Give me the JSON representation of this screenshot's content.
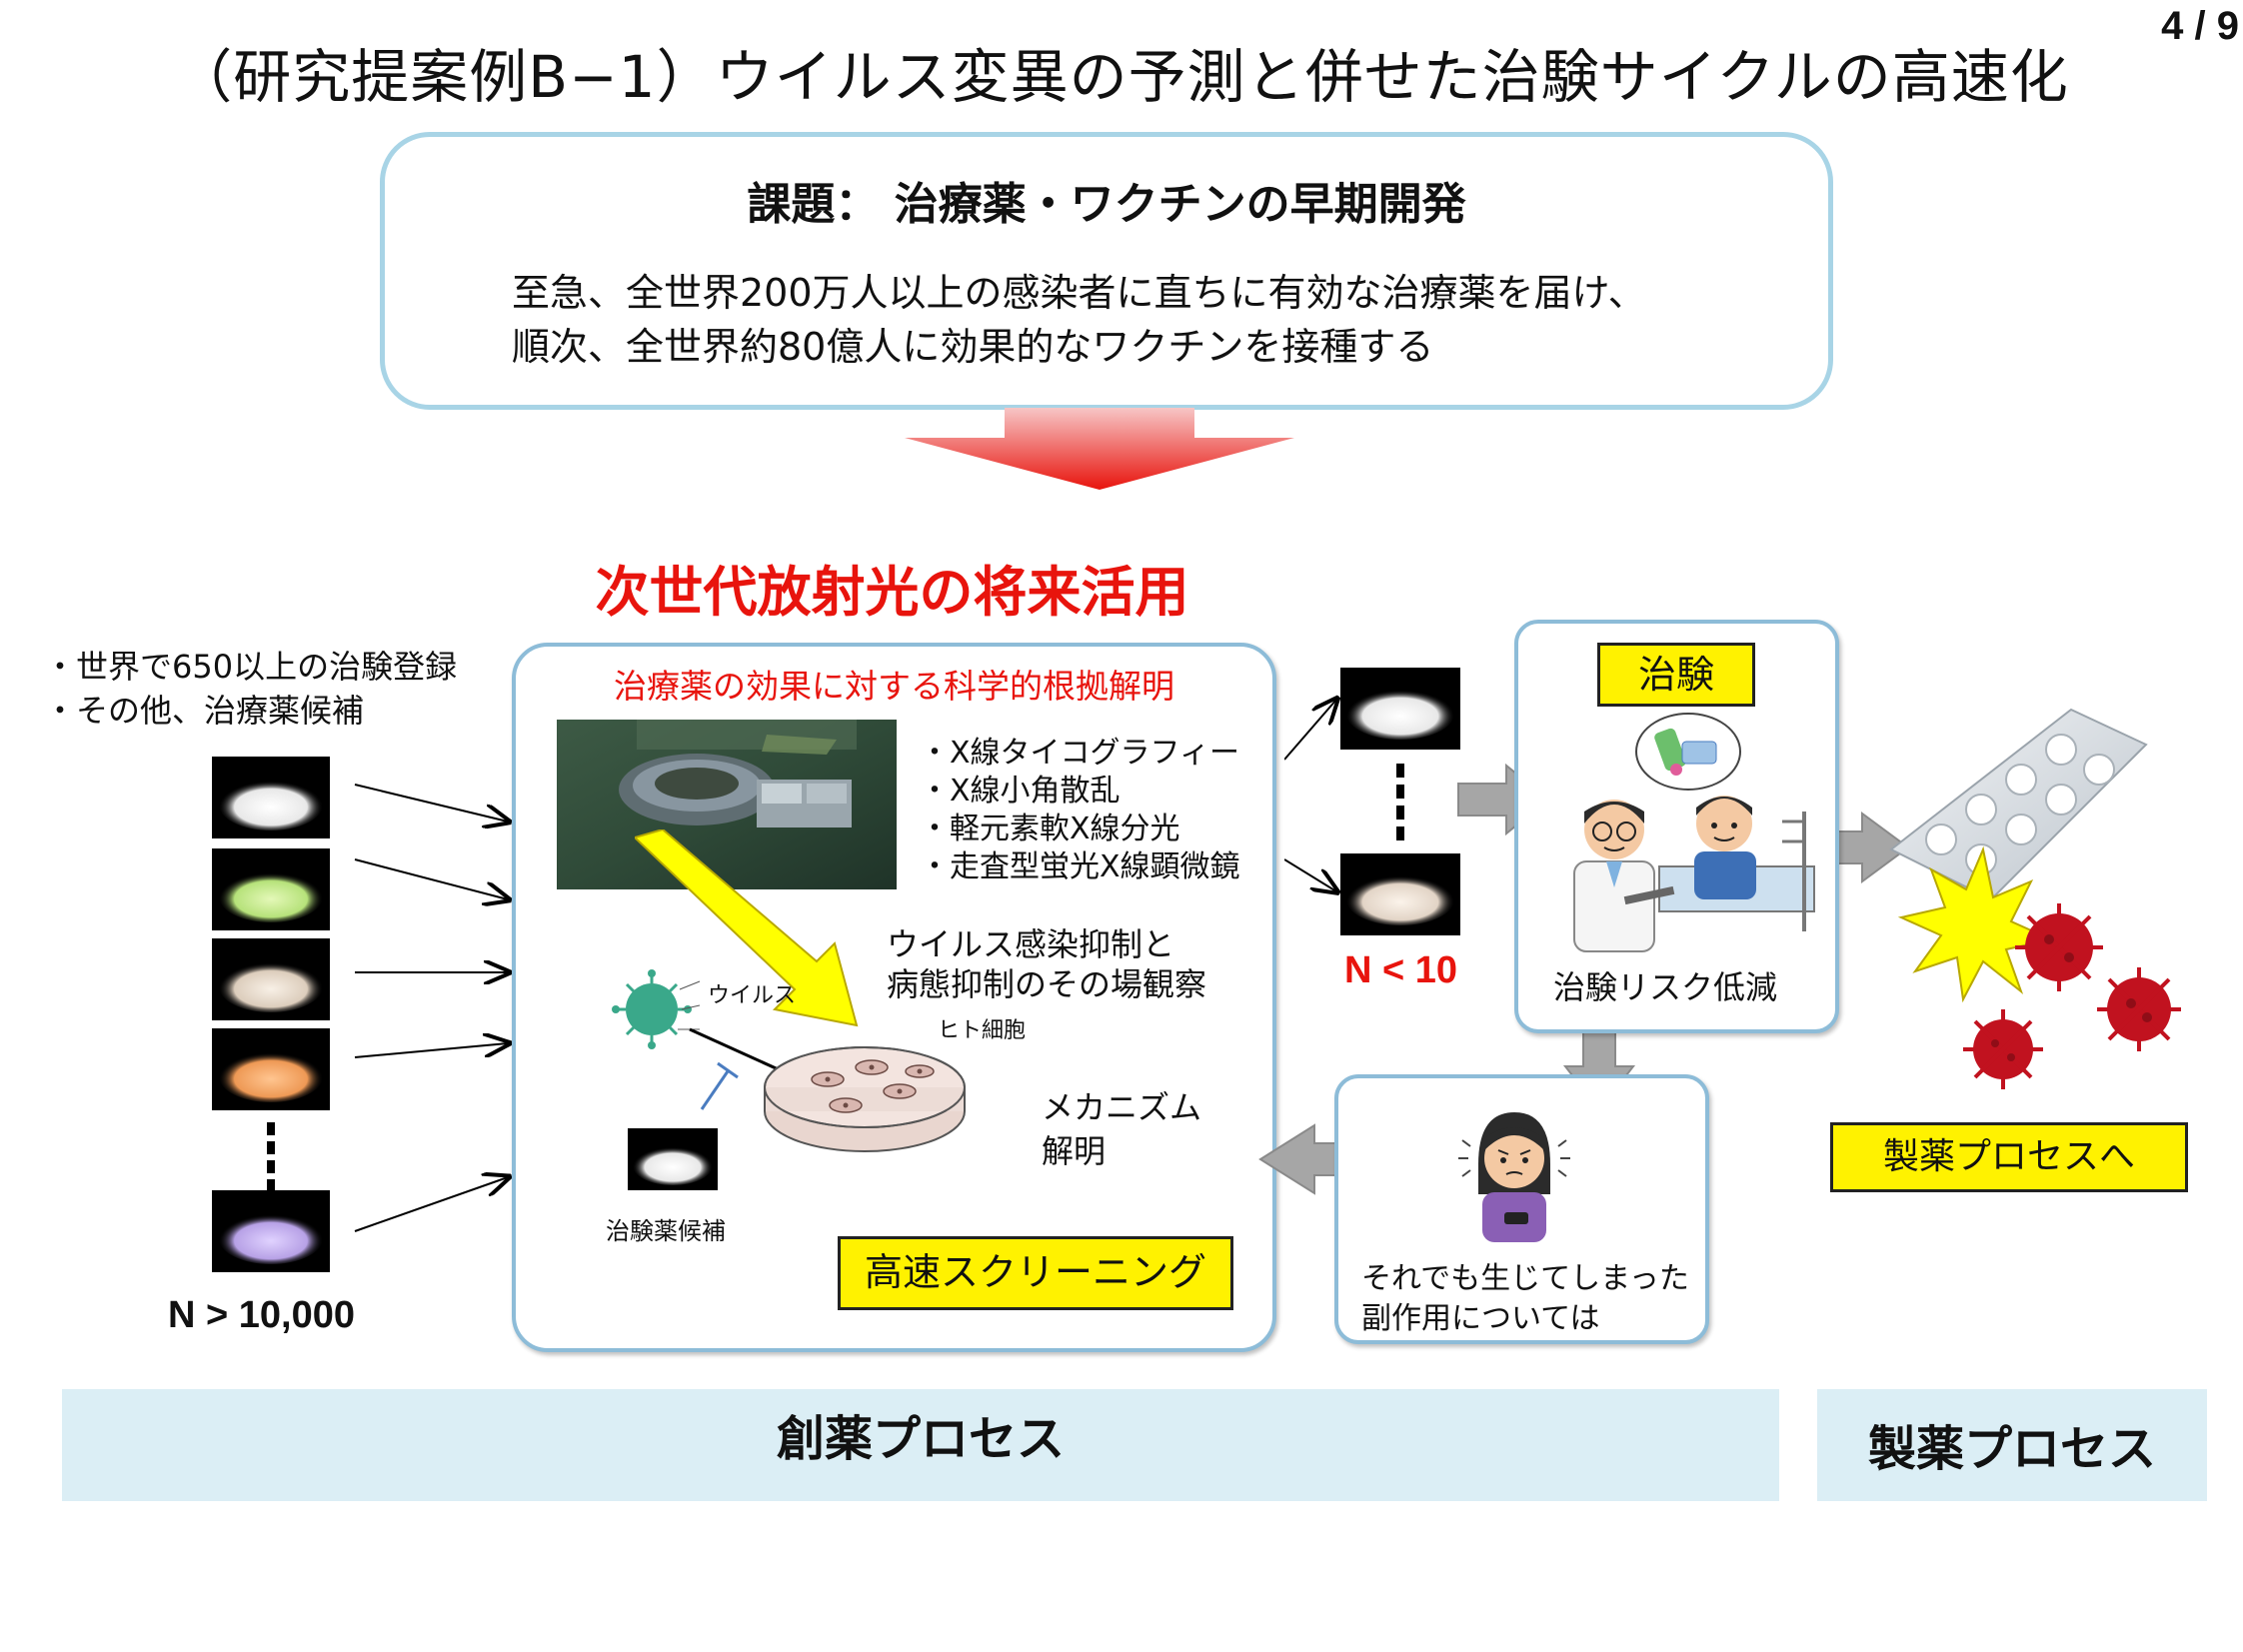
{
  "page_number": "4 / 9",
  "title": "（研究提案例B−1）ウイルス変異の予測と併せた治験サイクルの高速化",
  "issue": {
    "heading": "課題：  治療薬・ワクチンの早期開発",
    "line1": "至急、全世界200万人以上の感染者に直ちに有効な治療薬を届け、",
    "line2": "順次、全世界約80億人に効果的なワクチンを接種する"
  },
  "red_title": "次世代放射光の将来活用",
  "left_list": {
    "item1": "・世界で650以上の治験登録",
    "item2": "・その他、治療薬候補",
    "count": "N > 10,000"
  },
  "center": {
    "subtitle": "治療薬の効果に対する科学的根拠解明",
    "techniques": [
      "・X線タイコグラフィー",
      "・X線小角散乱",
      "・軽元素軟X線分光",
      "・走査型蛍光X線顕微鏡"
    ],
    "observation_line1": "ウイルス感染抑制と",
    "observation_line2": "病態抑制のその場観察",
    "virus_label": "ウイルス",
    "cell_label": "ヒト細胞",
    "candidate_label": "治験薬候補",
    "mechanism_line1": "メカニズム",
    "mechanism_line2": "解明",
    "screening": "高速スクリーニング"
  },
  "selected_count": "N < 10",
  "trial": {
    "label": "治験",
    "risk": "治験リスク低減"
  },
  "side_effect": {
    "line1": "それでも生じてしまった",
    "line2": "副作用については"
  },
  "pharma_label": "製薬プロセスへ",
  "bands": {
    "discovery": "創薬プロセス",
    "manufacturing": "製薬プロセス"
  },
  "colors": {
    "title_red": "#e8140d",
    "box_border": "#8dbcd8",
    "highlight_yellow": "#fff200",
    "band_blue": "#dbeef5",
    "powder_colors": [
      "#f4f4f4",
      "#c9ee8f",
      "#eadfd2",
      "#f2a86b",
      "#c7b3ee"
    ],
    "virus_red": "#c1121f"
  }
}
